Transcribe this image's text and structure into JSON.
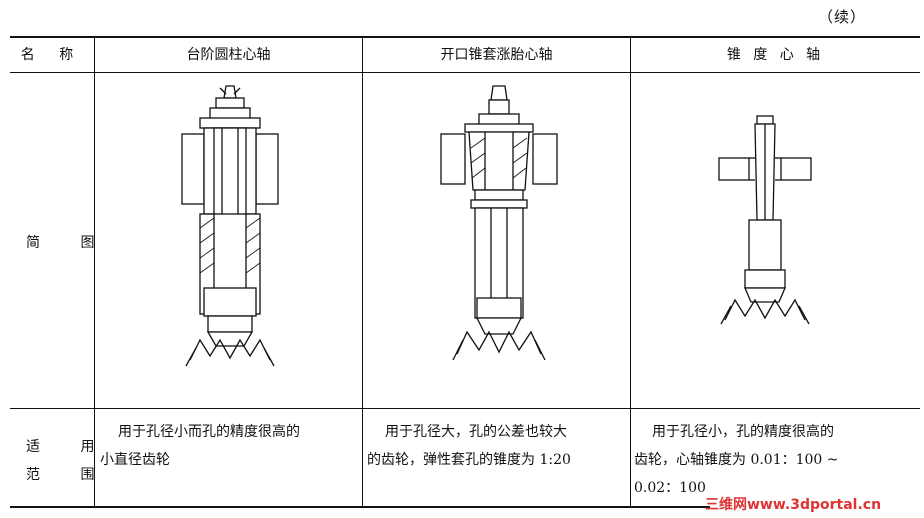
{
  "continued_label": "（续）",
  "table": {
    "header_label": "名  称",
    "columns": [
      {
        "name": "台阶圆柱心轴"
      },
      {
        "name": "开口锥套涨胎心轴"
      },
      {
        "name": "锥 度 心 轴"
      }
    ],
    "row_diagram_label": "简 图",
    "row_scope_label_line1": "适 用",
    "row_scope_label_line2": "范 围",
    "scope": [
      {
        "line1": "用于孔径小而孔的精度很高的",
        "line2": "小直径齿轮"
      },
      {
        "line1": "用于孔径大，孔的公差也较大",
        "line2": "的齿轮，弹性套孔的锥度为 1:20"
      },
      {
        "line1": "用于孔径小，孔的精度很高的",
        "line2": "齿轮，心轴锥度为 0.01：100 ~",
        "line3": "0.02：100"
      }
    ]
  },
  "watermark": "三维网www.3dportal.cn"
}
